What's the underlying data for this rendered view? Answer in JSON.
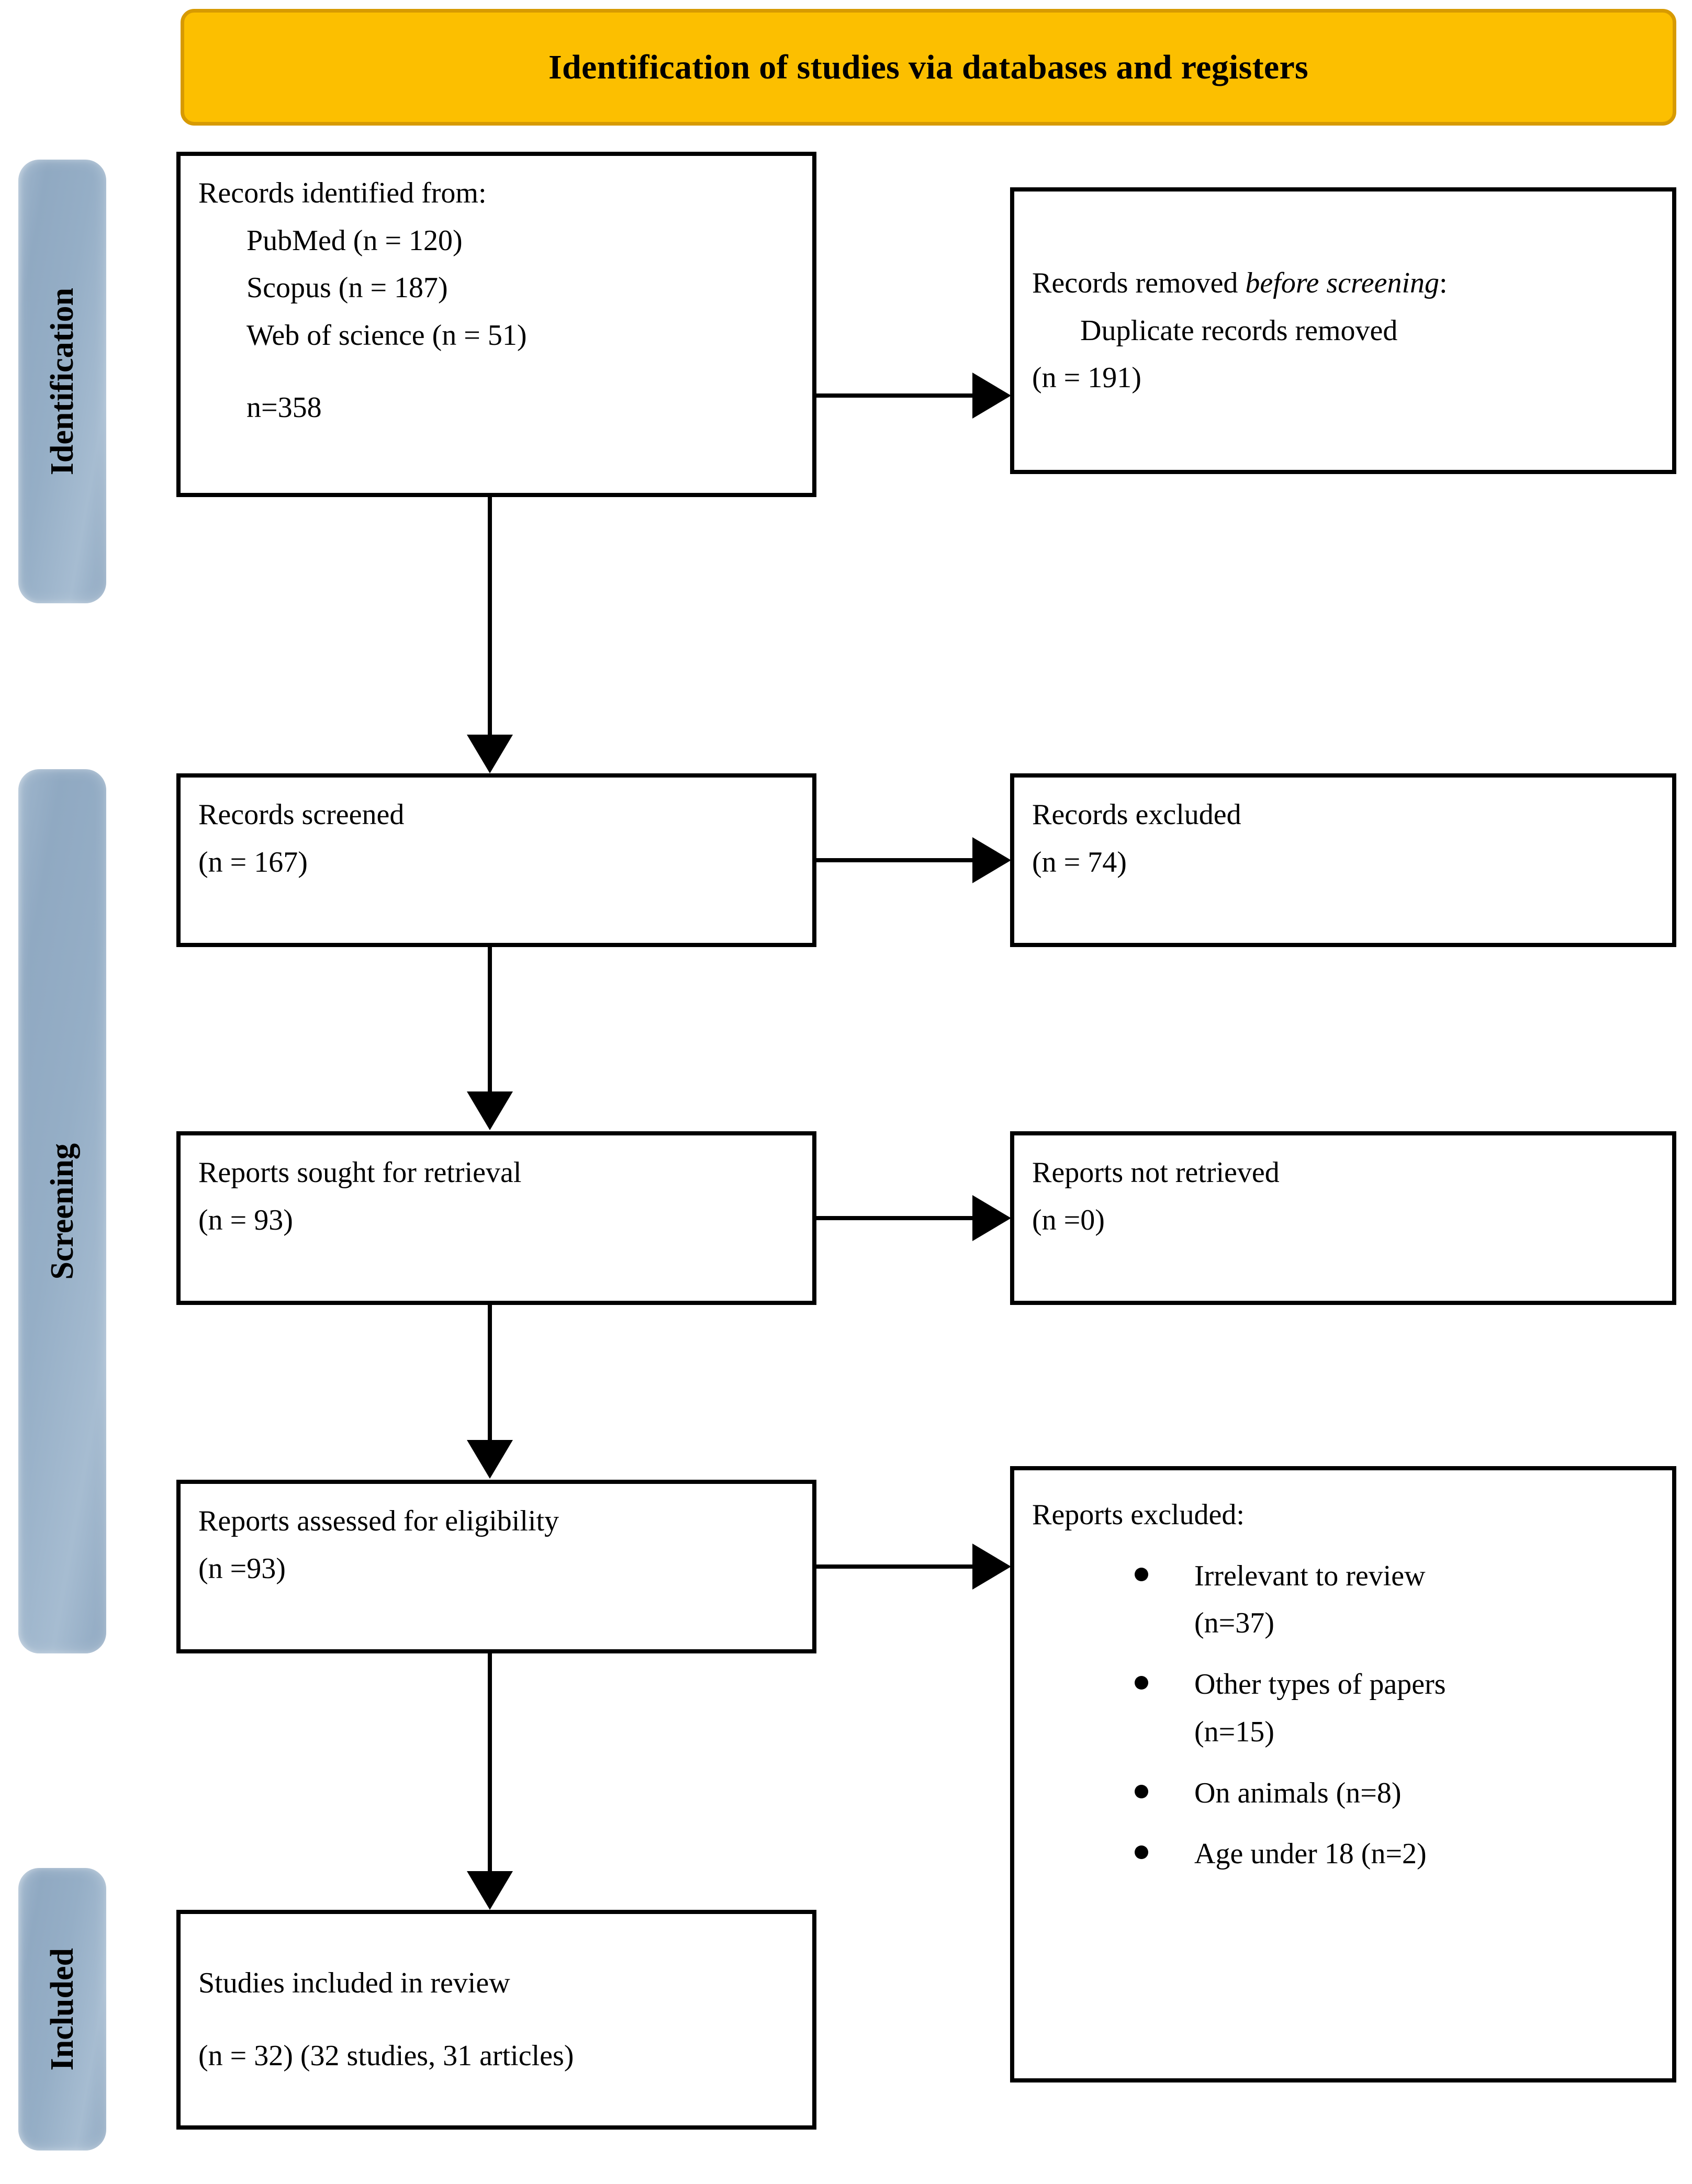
{
  "header": {
    "title": "Identification of studies via databases and registers"
  },
  "stages": [
    {
      "id": "identification",
      "label": "Identification"
    },
    {
      "id": "screening",
      "label": "Screening"
    },
    {
      "id": "included",
      "label": "Included"
    }
  ],
  "colors": {
    "header_fill": "#FCBF00",
    "header_border": "#D79A02",
    "stage_bar": "#95AEC6",
    "box_border": "#000000",
    "box_fill": "#FFFFFF",
    "text": "#000000"
  },
  "boxes": {
    "records_identified": {
      "title": "Records identified from:",
      "sources": [
        "PubMed (n = 120)",
        "Scopus (n = 187)",
        "Web of science (n = 51)"
      ],
      "total": "n=358"
    },
    "records_removed": {
      "line1_prefix": "Records removed ",
      "line1_italic": "before screening",
      "line1_suffix": ":",
      "line2": "Duplicate records removed",
      "line3": "(n = 191)"
    },
    "records_screened": {
      "title": "Records screened",
      "count": "(n = 167)"
    },
    "records_excluded": {
      "title": "Records excluded",
      "count": "(n = 74)"
    },
    "reports_sought": {
      "title": "Reports sought for retrieval",
      "count": "(n = 93)"
    },
    "reports_not_retrieved": {
      "title": "Reports not retrieved",
      "count": "(n =0)"
    },
    "reports_assessed": {
      "title": "Reports assessed for eligibility",
      "count": "(n =93)"
    },
    "reports_excluded": {
      "title": "Reports excluded:",
      "reasons": [
        {
          "text": "Irrelevant to review",
          "count": "(n=37)"
        },
        {
          "text": "Other types of papers",
          "count": "(n=15)"
        },
        {
          "text": "On animals (n=8)",
          "count": ""
        },
        {
          "text": "Age under 18 (n=2)",
          "count": ""
        }
      ]
    },
    "studies_included": {
      "title": "Studies included in review",
      "count": "(n = 32) (32 studies, 31 articles)"
    }
  }
}
